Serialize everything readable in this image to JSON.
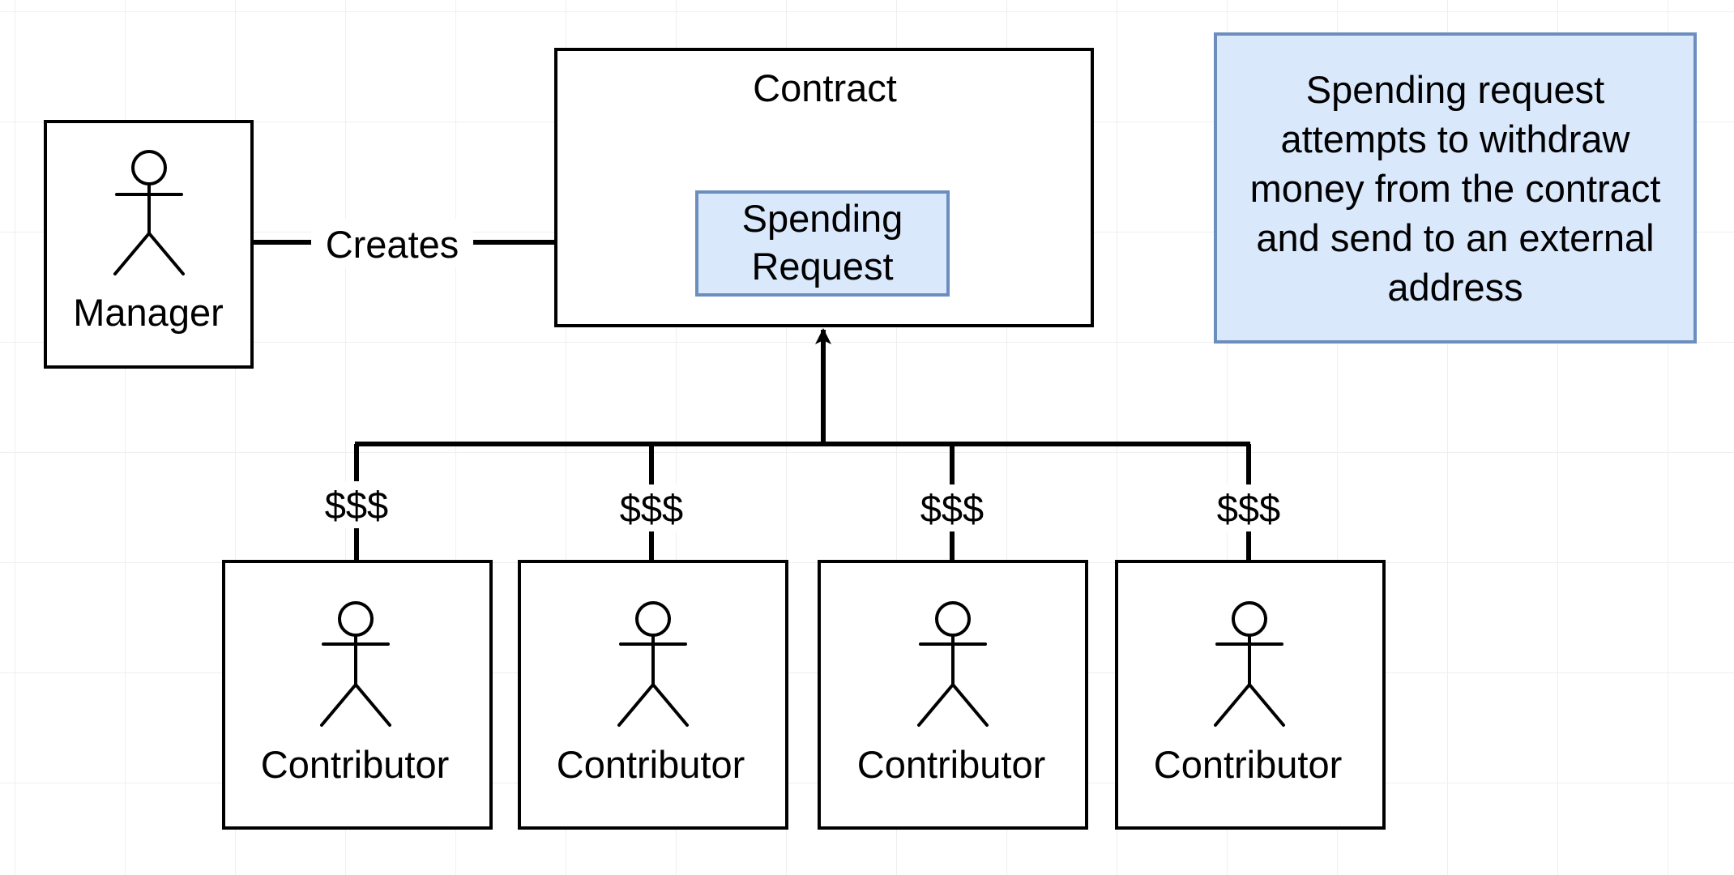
{
  "colors": {
    "stroke": "#000000",
    "request_fill": "#dae8fc",
    "request_stroke": "#6c8ebf",
    "note_fill": "#dae8fc",
    "note_stroke": "#6c8ebf"
  },
  "manager": {
    "label": "Manager",
    "icon": "stick-figure-icon"
  },
  "edge_creates": {
    "label": "Creates"
  },
  "contract": {
    "title": "Contract",
    "request_label": "Spending\nRequest",
    "request_lines": [
      "Spending",
      "Request"
    ]
  },
  "note": {
    "text": "Spending request attempts to withdraw money from the contract and send to an external address"
  },
  "contributors": [
    {
      "label": "Contributor",
      "payment_label": "$$$",
      "icon": "stick-figure-icon"
    },
    {
      "label": "Contributor",
      "payment_label": "$$$",
      "icon": "stick-figure-icon"
    },
    {
      "label": "Contributor",
      "payment_label": "$$$",
      "icon": "stick-figure-icon"
    },
    {
      "label": "Contributor",
      "payment_label": "$$$",
      "icon": "stick-figure-icon"
    }
  ]
}
